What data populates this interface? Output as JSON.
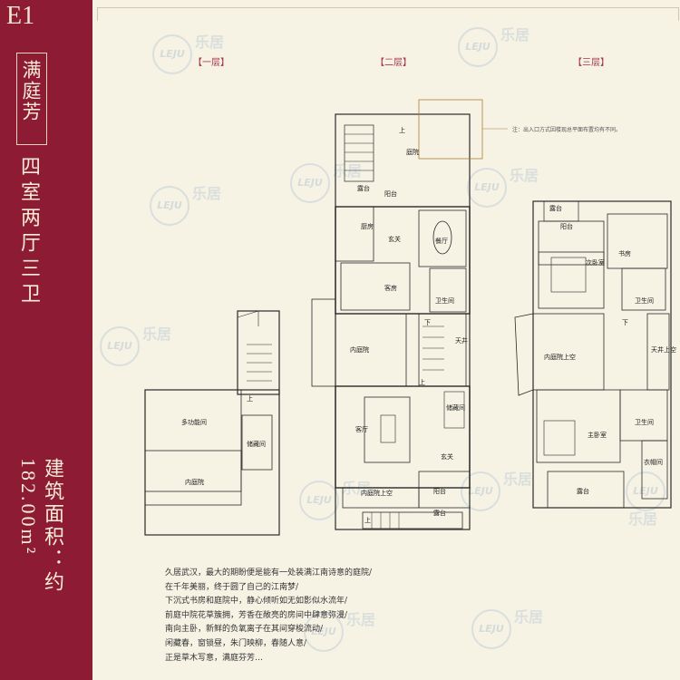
{
  "sidebar": {
    "code": "E1",
    "name": "满庭芳",
    "layout": "四室两厅三卫",
    "area_label": "建筑面积：约",
    "area_value": "182.00m²"
  },
  "floors": {
    "first": "【一层】",
    "second": "【二层】",
    "third": "【三层】"
  },
  "note": "注：出入口方式因楼现总平面布置均有不同。",
  "rooms": {
    "f1_up": "上",
    "f1_multi": "多功能间",
    "f1_storage": "储藏间",
    "f1_courtyard": "内庭院",
    "f2_up_top": "上",
    "f2_yard": "庭院",
    "f2_dewtop": "露台",
    "f2_balcony": "阳台",
    "f2_kitchen": "厨房",
    "f2_foyer": "玄关",
    "f2_dining": "餐厅",
    "f2_guest": "客房",
    "f2_bath": "卫生间",
    "f2_down": "下",
    "f2_patio": "天井",
    "f2_inner": "内庭院",
    "f2_up_mid": "上",
    "f2_storage": "储藏间",
    "f2_living": "客厅",
    "f2_foyer2": "玄关",
    "f2_inner_void": "内庭院上空",
    "f2_balcony2": "阳台",
    "f2_up_bot": "上",
    "f2_dew_bot": "露台",
    "f3_dew": "露台",
    "f3_balcony": "阳台",
    "f3_study": "书房",
    "f3_bed2": "次卧室",
    "f3_bath": "卫生间",
    "f3_down": "下",
    "f3_inner_void": "内庭院上空",
    "f3_patio_void": "天井上空",
    "f3_master": "主卧室",
    "f3_bath2": "卫生间",
    "f3_closet": "衣帽间",
    "f3_dew_bot": "露台"
  },
  "poem": [
    "久居武汉，最大的期盼便是能有一处装满江南诗意的庭院/",
    "在千年美丽，终于圆了自己的江南梦/",
    "下沉式书房和庭院中，静心倾听如无如影似水流年/",
    "前庭中院花草簇拥，芳香在敞亮的房间中肆意弥漫/",
    "南向主卧，新鲜的负氧离子在其间穿梭流动/",
    "闲藏春，窗锁昼，朱门映柳，春随人意/",
    "正是草木写意，满庭芬芳…"
  ],
  "watermark": {
    "logo_text": "LEJU",
    "cn_text": "乐居"
  },
  "colors": {
    "sidebar": "#8e1b34",
    "background": "#f6f2e4",
    "accent": "#a8324a"
  }
}
